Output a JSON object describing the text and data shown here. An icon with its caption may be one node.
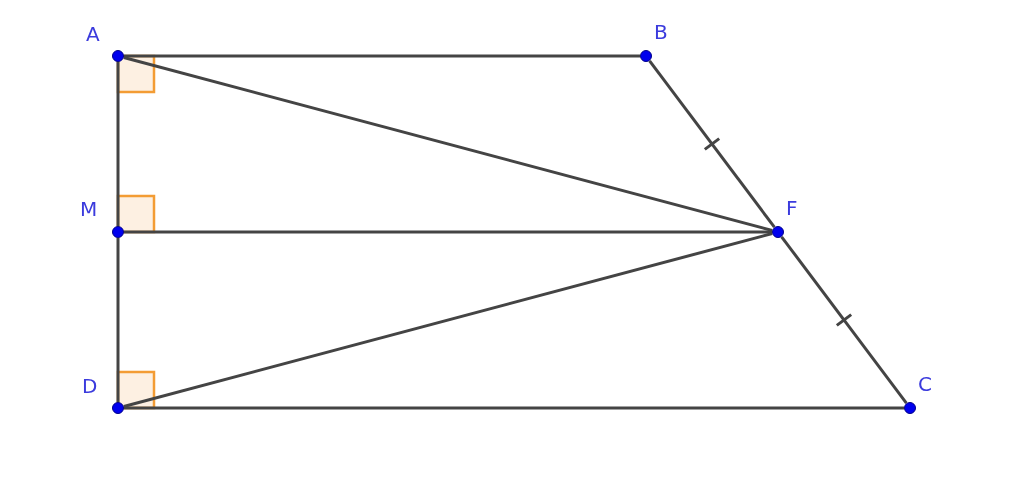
{
  "diagram": {
    "nodes": [
      {
        "text": [],
        "shape": "circle",
        "beside": [
          "A"
        ]
      },
      {
        "text": [],
        "shape": "circle",
        "beside": [
          "B"
        ]
      },
      {
        "text": [],
        "shape": "circle",
        "beside": [
          "M"
        ]
      },
      {
        "text": [],
        "shape": "circle",
        "beside": [
          "F"
        ]
      },
      {
        "text": [],
        "shape": "circle",
        "beside": [
          "D"
        ]
      },
      {
        "text": [],
        "shape": "circle",
        "beside": [
          "C"
        ]
      }
    ],
    "edges": [
      {
        "from": 0,
        "to": 1,
        "arrow": "none"
      },
      {
        "from": 1,
        "to": 3,
        "arrow": "none"
      },
      {
        "from": 3,
        "to": 5,
        "arrow": "none"
      },
      {
        "from": 5,
        "to": 4,
        "arrow": "none"
      },
      {
        "from": 4,
        "to": 2,
        "arrow": "none"
      },
      {
        "from": 2,
        "to": 0,
        "arrow": "none"
      },
      {
        "from": 0,
        "to": 3,
        "arrow": "none"
      },
      {
        "from": 2,
        "to": 3,
        "arrow": "none"
      },
      {
        "from": 4,
        "to": 3,
        "arrow": "none"
      }
    ]
  }
}
